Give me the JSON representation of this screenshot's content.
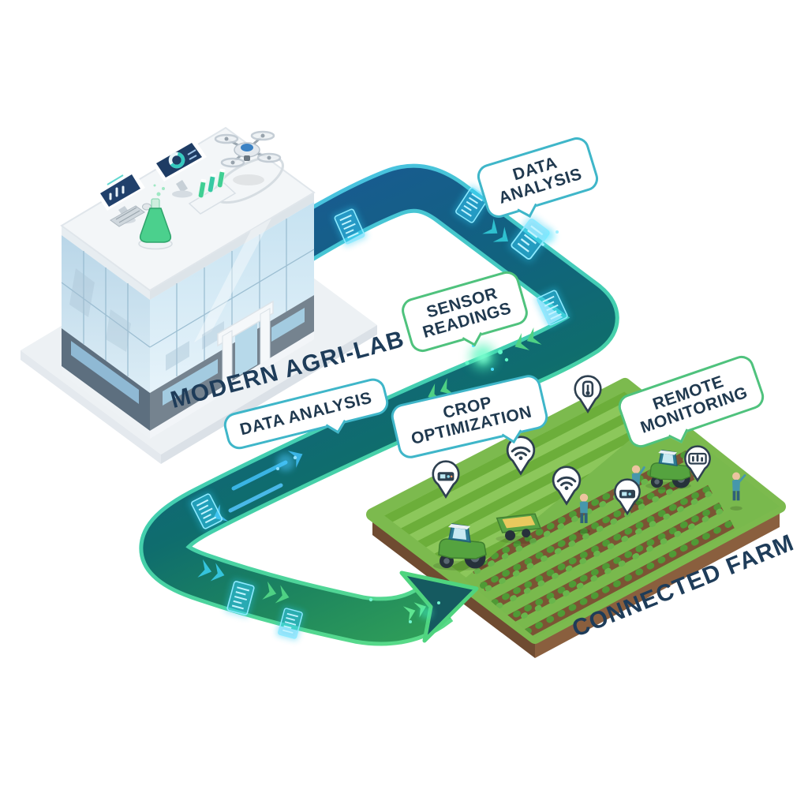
{
  "diagram": {
    "type": "isometric-infographic",
    "background_color": "#ffffff",
    "captions": {
      "lab": "MODERN AGRI-LAB",
      "farm": "CONNECTED FARM"
    },
    "bubbles": {
      "data_analysis_top": {
        "line1": "DATA",
        "line2": "ANALYSIS",
        "border_color": "#3fb6c9"
      },
      "sensor_readings": {
        "line1": "SENSOR",
        "line2": "READINGS",
        "border_color": "#4fc27d"
      },
      "data_analysis_side": {
        "line1": "DATA ANALYSIS",
        "border_color": "#3fb6c9"
      },
      "crop_optimization": {
        "line1": "CROP",
        "line2": "OPTIMIZATION",
        "border_color": "#3fb6c9"
      },
      "remote_monitoring": {
        "line1": "REMOTE",
        "line2": "MONITORING",
        "border_color": "#4fc27d"
      }
    },
    "flow_band": {
      "gradient_start_color": "#1a5a94",
      "gradient_mid_color": "#10657d",
      "gradient_end_color": "#2f9e58",
      "edge_cyan": "#49c0e8",
      "edge_green": "#58da87",
      "arrow_cyan": "#39b3e3",
      "arrow_green": "#4ed184"
    },
    "icons": {
      "lab_roof": [
        "monitor-bar-chart-icon",
        "monitor-donut-chart-icon",
        "keyboard-icon",
        "mouse-icon",
        "flask-icon",
        "test-tube-rack-icon",
        "drone-icon",
        "landing-pad-icon"
      ],
      "band": [
        "data-packet-icon",
        "chevron-arrow-icon",
        "particle-burst"
      ],
      "farm": [
        "soil-sensor-pin-icon",
        "wifi-pin-icon",
        "sensor-readout-pin-icon",
        "graph-pin-icon",
        "tractor-icon",
        "trailer-icon",
        "farmer-icon"
      ]
    },
    "text_color": "#20394f",
    "field_stripe_light": "#8cc75b",
    "field_stripe_dark": "#6cae3a",
    "soil_color": "#7b5434"
  }
}
